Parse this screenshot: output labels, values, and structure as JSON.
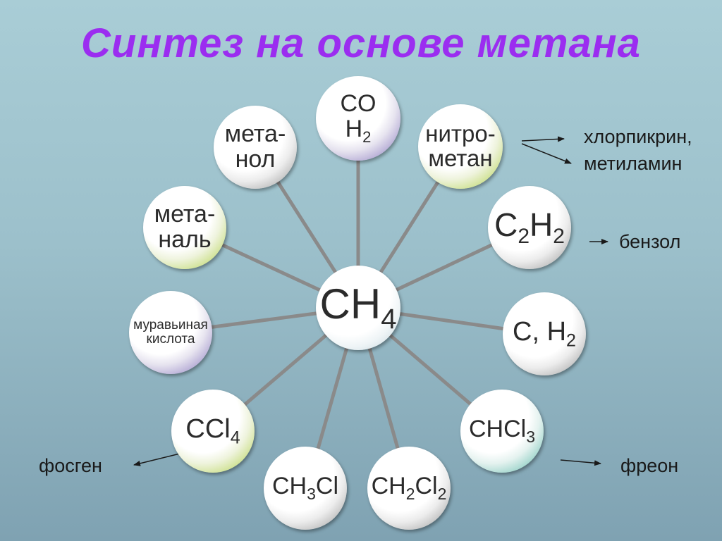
{
  "title": "Синтез на основе метана",
  "center": {
    "label": "CH",
    "sub": "4"
  },
  "nodes": {
    "co_h2": {
      "l1": "CO",
      "l2a": "H",
      "l2sub": "2"
    },
    "methanol": {
      "l1": "мета-",
      "l2": "нол"
    },
    "nitromethane": {
      "l1": "нитро-",
      "l2": "метан"
    },
    "methanal": {
      "l1": "мета-",
      "l2": "наль"
    },
    "acetylene": {
      "a": "C",
      "s1": "2",
      "b": "H",
      "s2": "2"
    },
    "formic_acid": {
      "l1": "муравьиная",
      "l2": "кислота"
    },
    "carbon_hydrogen": {
      "a": "C, H",
      "s": "2"
    },
    "ccl4": {
      "a": "CCl",
      "s": "4"
    },
    "chcl3": {
      "a": "CHCl",
      "s": "3"
    },
    "ch3cl": {
      "a": "CH",
      "s": "3",
      "b": "Cl"
    },
    "ch2cl2": {
      "a": "CH",
      "s1": "2",
      "b": "Cl",
      "s2": "2"
    }
  },
  "products": {
    "chloropicrin": "хлорпикрин,",
    "methylamine": "метиламин",
    "benzene": "бензол",
    "phosgene": "фосген",
    "freon": "фреон"
  },
  "colors": {
    "title": "#9b2df0",
    "spoke": "#8a8a8a",
    "violet": "#7d6bb8",
    "green": "#a9cc38",
    "teal": "#4fb3a3"
  }
}
